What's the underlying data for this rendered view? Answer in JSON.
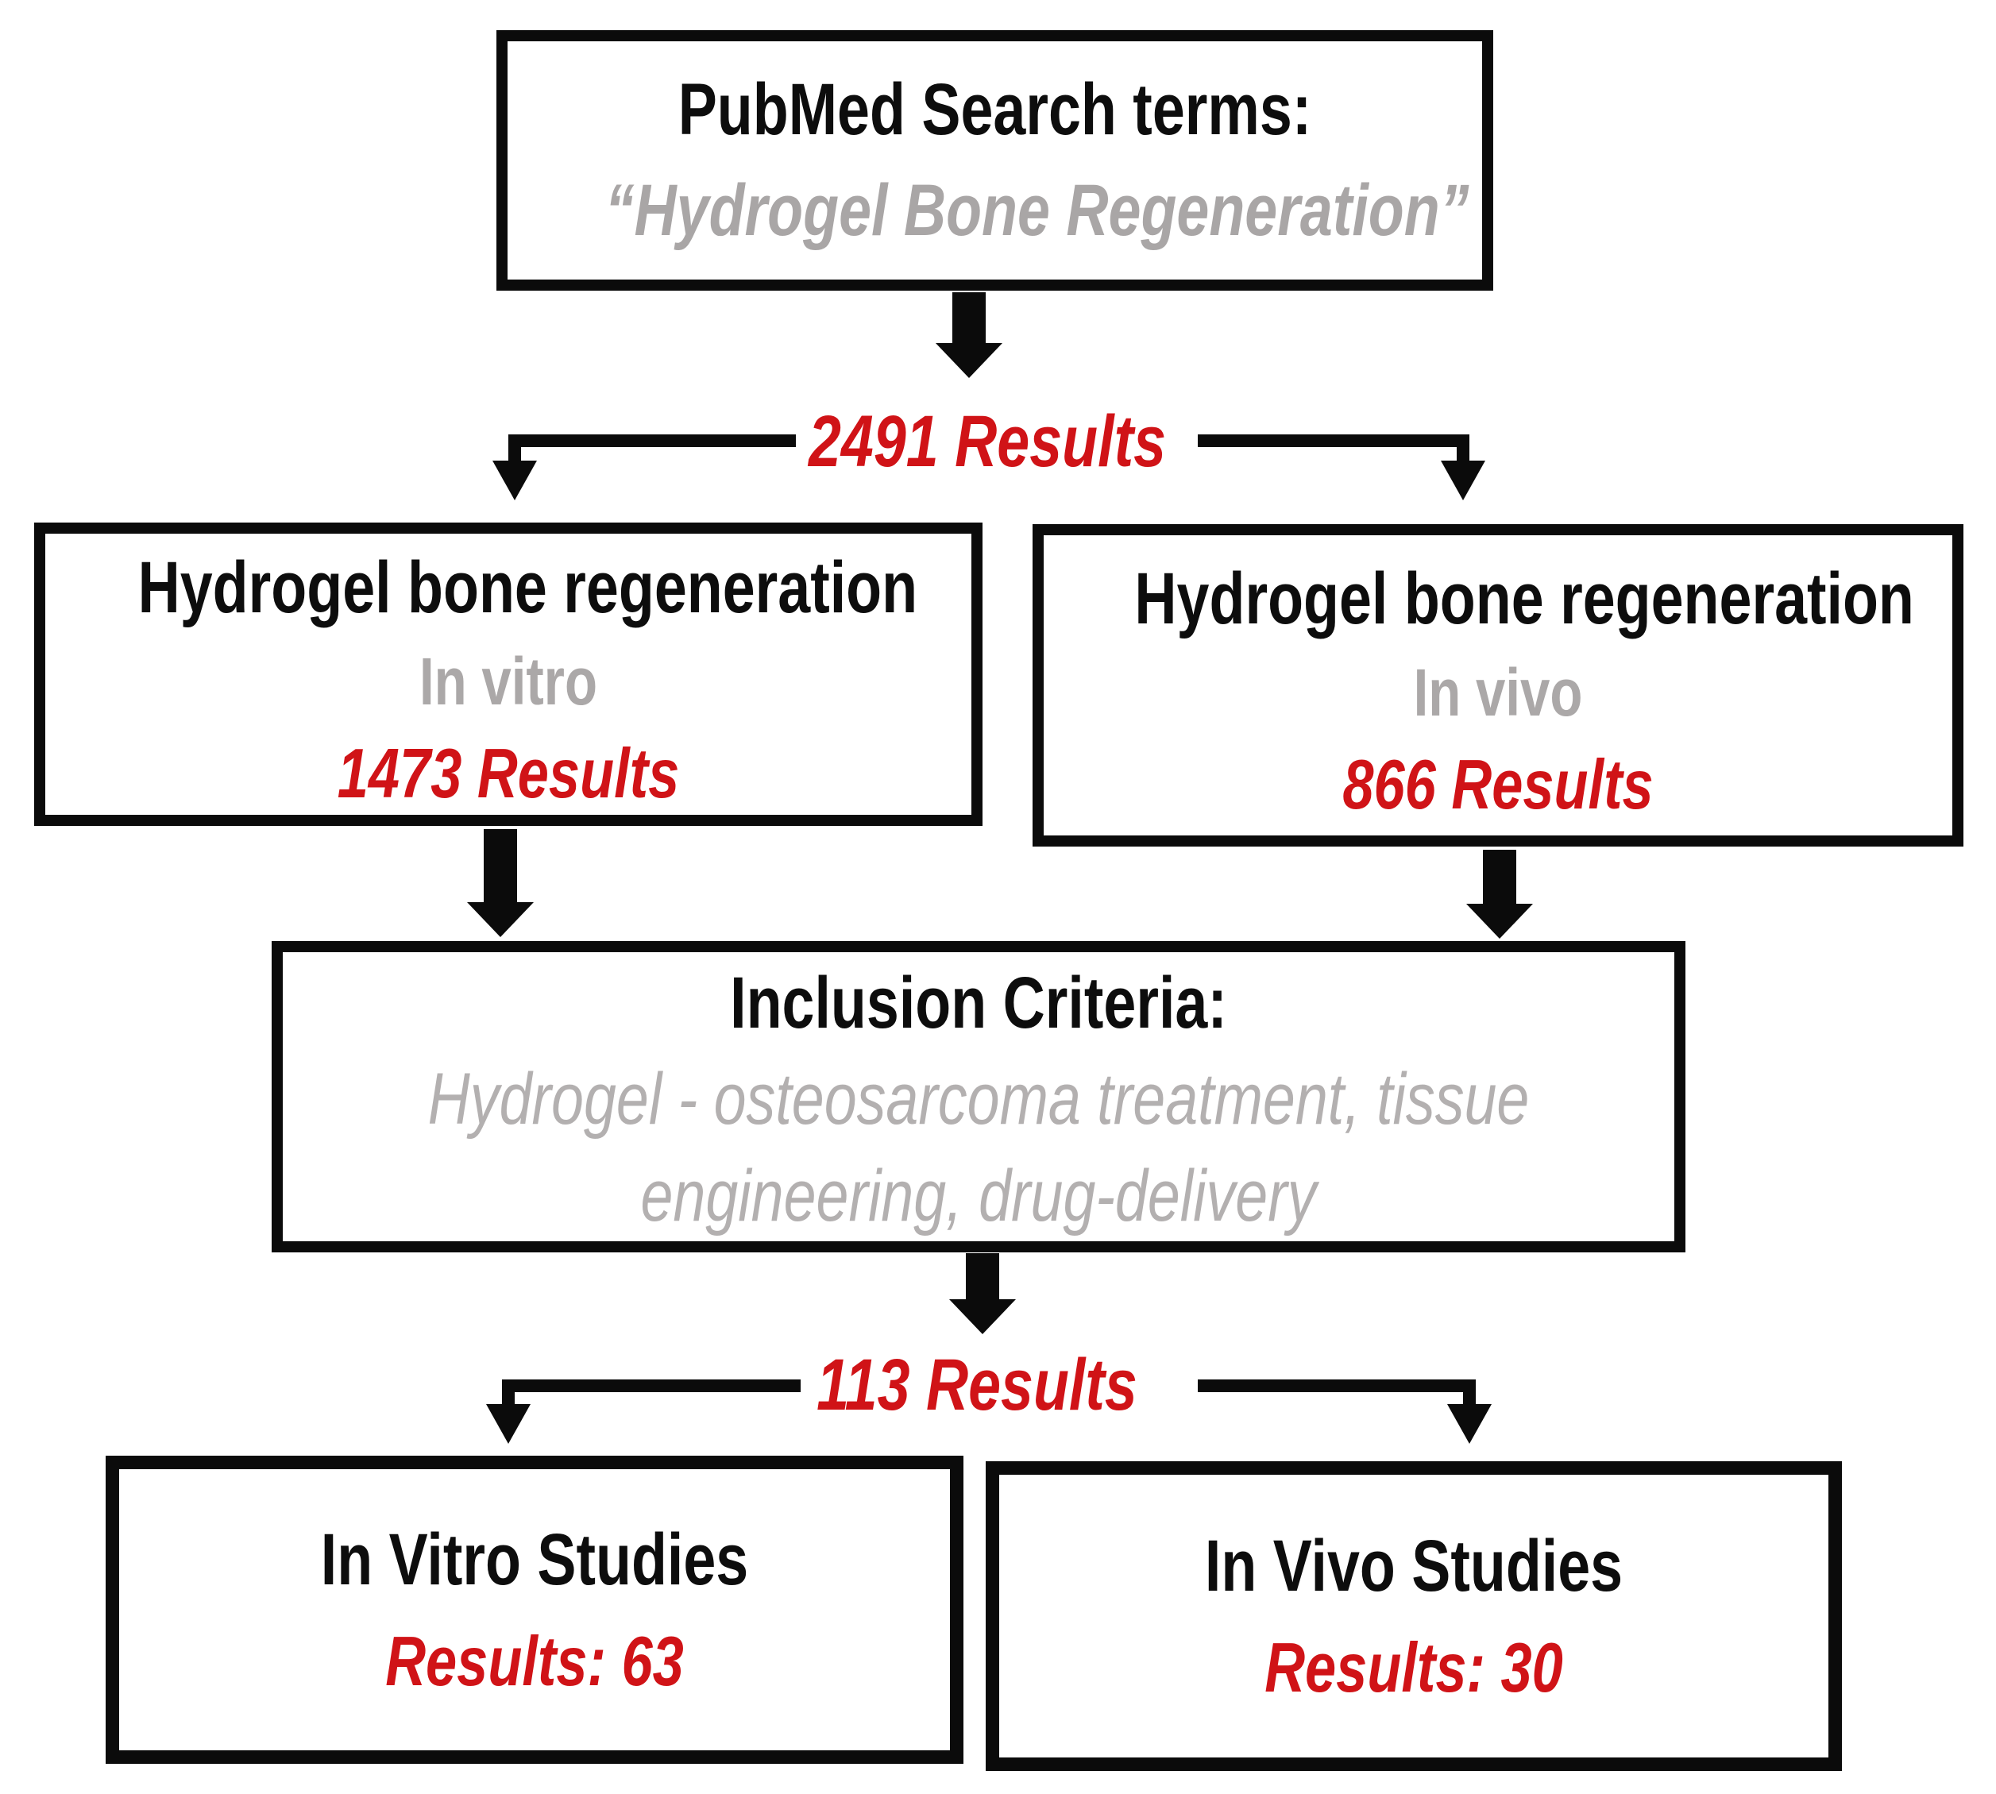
{
  "figure": {
    "type": "flowchart",
    "colors": {
      "black": "#0b0b0b",
      "gray": "#a9a6a6",
      "red": "#d01317",
      "background": "#ffffff"
    },
    "nodes": {
      "search": {
        "title": "PubMed Search terms:",
        "query": "“Hydrogel Bone Regeneration”"
      },
      "invitro": {
        "title": "Hydrogel bone regeneration",
        "subtitle": "In vitro",
        "results": "1473 Results"
      },
      "invivo": {
        "title": "Hydrogel bone regeneration",
        "subtitle": "In vivo",
        "results": "866 Results"
      },
      "inclusion": {
        "title": "Inclusion Criteria:",
        "line1": "Hydrogel - osteosarcoma treatment, tissue",
        "line2": "engineering, drug-delivery"
      },
      "vitro_studies": {
        "title": "In Vitro Studies",
        "results": "Results: 63"
      },
      "vivo_studies": {
        "title": "In Vivo Studies",
        "results": "Results: 30"
      }
    },
    "labels": {
      "results_total": "2491 Results",
      "results_filtered": "113 Results"
    }
  }
}
